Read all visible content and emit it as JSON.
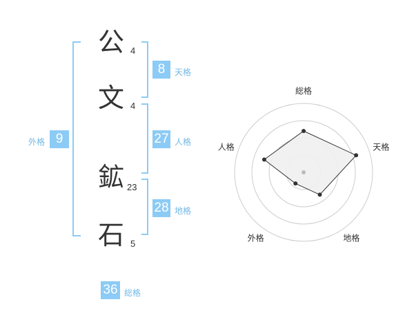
{
  "name": {
    "chars": [
      {
        "char": "公",
        "strokes": "4"
      },
      {
        "char": "文",
        "strokes": "4"
      },
      {
        "char": "鉱",
        "strokes": "23"
      },
      {
        "char": "石",
        "strokes": "5"
      }
    ]
  },
  "kaku": {
    "tenkaku": {
      "value": "8",
      "label": "天格"
    },
    "jinkaku": {
      "value": "27",
      "label": "人格"
    },
    "chikaku": {
      "value": "28",
      "label": "地格"
    },
    "gaikaku": {
      "value": "9",
      "label": "外格"
    },
    "soukaku": {
      "value": "36",
      "label": "総格"
    }
  },
  "chart_data": {
    "type": "radar",
    "axes": [
      "総格",
      "天格",
      "地格",
      "外格",
      "人格"
    ],
    "values": [
      3,
      4,
      2,
      1,
      3
    ],
    "max": 5,
    "rings": 4,
    "fill": "#f0f0f0",
    "line_color": "#333333",
    "grid_color": "#cccccc"
  },
  "colors": {
    "accent": "#8ccbf5",
    "accent_text": "#73b8e6",
    "text": "#333333"
  }
}
